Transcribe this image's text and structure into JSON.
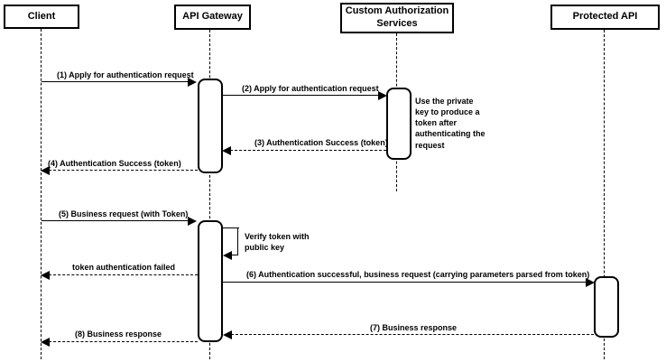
{
  "diagram": {
    "type": "sequence-diagram",
    "participants": [
      {
        "id": "client",
        "label": "Client"
      },
      {
        "id": "api-gateway",
        "label": "API Gateway"
      },
      {
        "id": "custom-authorization-services",
        "label": "Custom Authorization Services"
      },
      {
        "id": "protected-api",
        "label": "Protected API"
      }
    ],
    "messages": [
      {
        "from": "client",
        "to": "api-gateway",
        "style": "solid",
        "label": "(1) Apply for authentication request"
      },
      {
        "from": "api-gateway",
        "to": "custom-authorization-services",
        "style": "solid",
        "label": "(2) Apply for authentication request"
      },
      {
        "from": "custom-authorization-services",
        "to": "api-gateway",
        "style": "dashed",
        "label": "(3) Authentication Success (token)"
      },
      {
        "from": "api-gateway",
        "to": "client",
        "style": "dashed",
        "label": "(4) Authentication Success (token)"
      },
      {
        "from": "client",
        "to": "api-gateway",
        "style": "solid",
        "label": "(5) Business request (with Token)"
      },
      {
        "from": "api-gateway",
        "to": "api-gateway",
        "style": "self",
        "label": "Verify token with public key"
      },
      {
        "from": "api-gateway",
        "to": "client",
        "style": "dashed",
        "label": "token authentication failed"
      },
      {
        "from": "api-gateway",
        "to": "protected-api",
        "style": "solid",
        "label": "(6) Authentication successful, business request (carrying parameters parsed from token)"
      },
      {
        "from": "protected-api",
        "to": "api-gateway",
        "style": "dashed",
        "label": "(7) Business response"
      },
      {
        "from": "api-gateway",
        "to": "client",
        "style": "dashed",
        "label": "(8) Business response"
      }
    ],
    "notes": [
      {
        "attached_to": "custom-authorization-services",
        "text": "Use the private key to produce a token after authenticating the request"
      }
    ],
    "colors": {
      "line": "#000000",
      "background": "#ffffff",
      "box_fill": "#ffffff"
    }
  }
}
